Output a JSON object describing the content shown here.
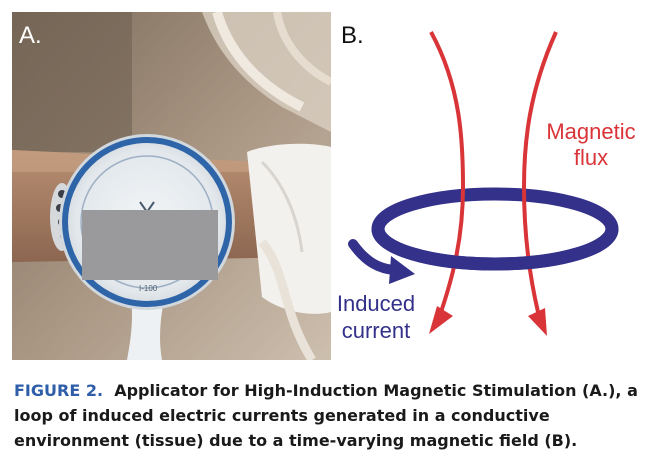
{
  "panel_a": {
    "label": "A.",
    "device_text": "I-100"
  },
  "panel_b": {
    "label": "B.",
    "flux_label_line1": "Magnetic",
    "flux_label_line2": "flux",
    "current_label_line1": "Induced",
    "current_label_line2": "current",
    "colors": {
      "flux": "#d93438",
      "loop": "#34318a"
    }
  },
  "caption": {
    "figure_number": "FIGURE 2.",
    "text": "Applicator for High-Induction Magnetic Stimulation (A.), a loop of induced electric currents generated in a conductive environment (tissue) due to a time-varying magnetic field (B)."
  }
}
